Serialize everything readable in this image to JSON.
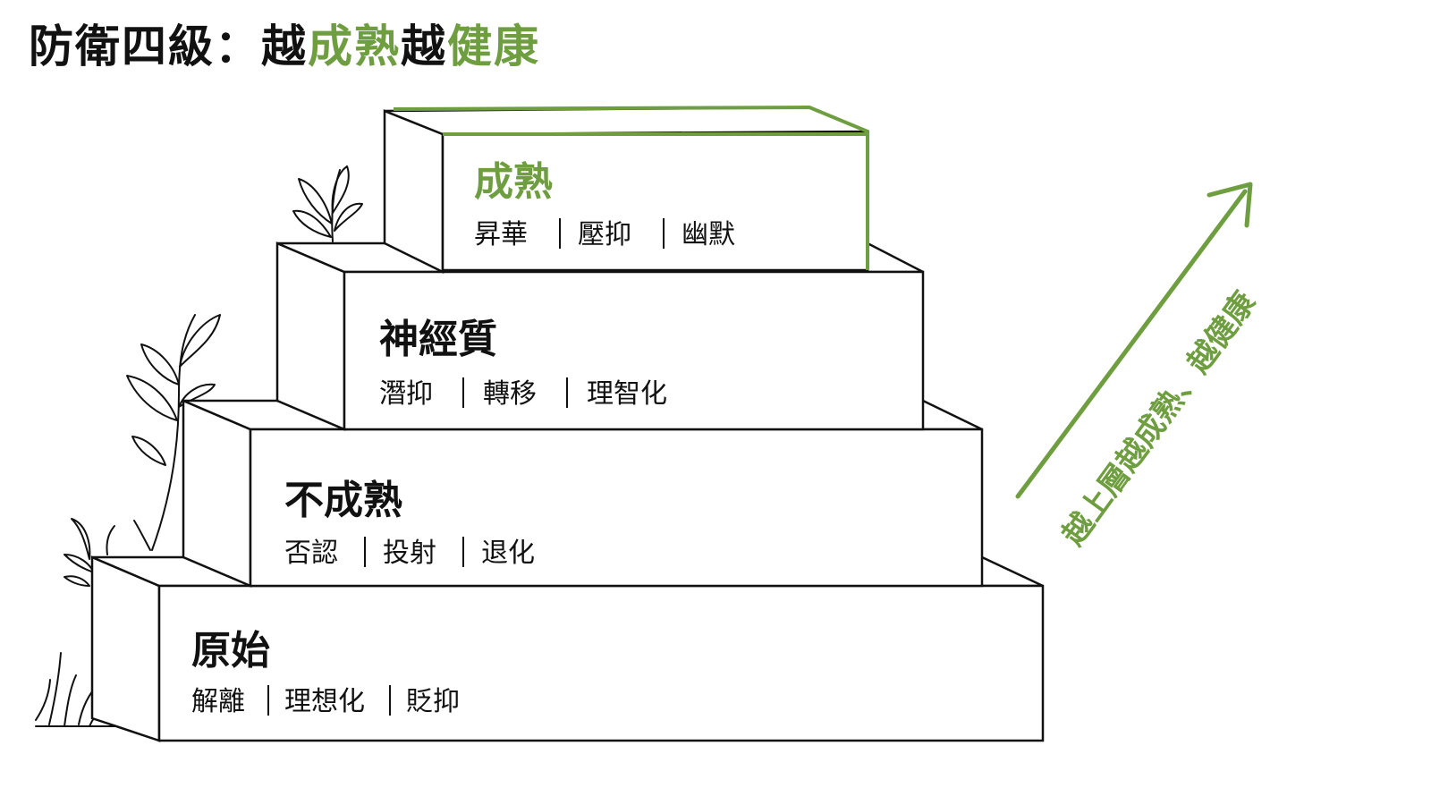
{
  "title": {
    "part1": "防衛四級：越",
    "part2": "成熟",
    "part3": "越",
    "part4": "健康"
  },
  "levels": [
    {
      "name": "成熟",
      "items": [
        "昇華",
        "壓抑",
        "幽默"
      ],
      "highlight": true
    },
    {
      "name": "神經質",
      "items": [
        "潛抑",
        "轉移",
        "理智化"
      ],
      "highlight": false
    },
    {
      "name": "不成熟",
      "items": [
        "否認",
        "投射",
        "退化"
      ],
      "highlight": false
    },
    {
      "name": "原始",
      "items": [
        "解離",
        "理想化",
        "貶抑"
      ],
      "highlight": false
    }
  ],
  "arrow_label": "越上層越成熟、越健康",
  "colors": {
    "accent": "#6e9e3f",
    "ink": "#111111"
  }
}
